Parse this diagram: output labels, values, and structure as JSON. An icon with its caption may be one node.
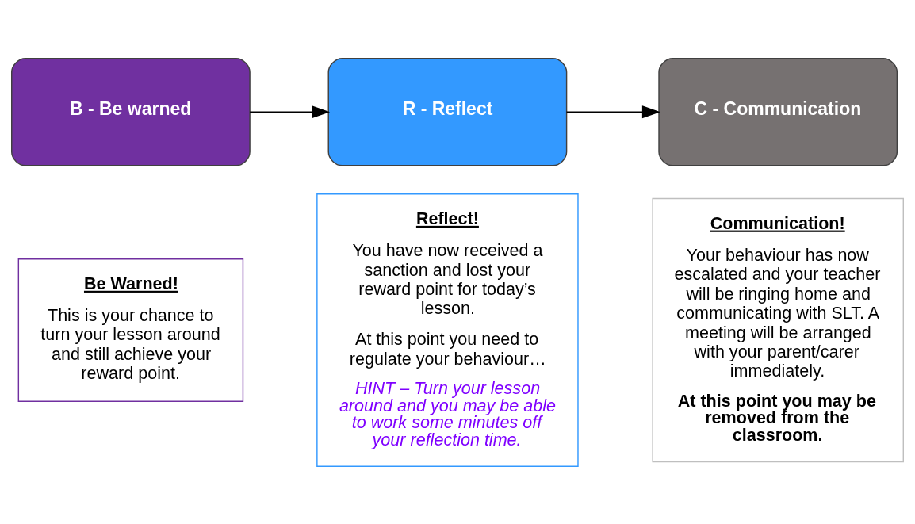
{
  "diagram": {
    "nodes": [
      {
        "text": [
          "B - Be warned"
        ]
      },
      {
        "text": [
          "R - Reflect"
        ]
      },
      {
        "text": [
          "C - Communication"
        ]
      },
      {
        "text": [
          "Be Warned!",
          "This is your chance to turn your lesson around and still achieve your reward point."
        ]
      },
      {
        "text": [
          "Reflect!",
          "You have now received a sanction and lost your reward point for today’s lesson.",
          "At this point you need to regulate your behaviour…",
          "HINT – Turn your lesson around and you may be able to work some minutes off your reflection time."
        ]
      },
      {
        "text": [
          "Communication!",
          "Your behaviour has now escalated and your teacher will be ringing home and communicating with SLT. A meeting will be arranged with your parent/carer immediately.",
          "At this point you may be removed from the classroom."
        ]
      }
    ],
    "edges": [
      {
        "from": 0,
        "to": 1,
        "arrow": "to"
      },
      {
        "from": 1,
        "to": 2,
        "arrow": "to"
      }
    ]
  }
}
